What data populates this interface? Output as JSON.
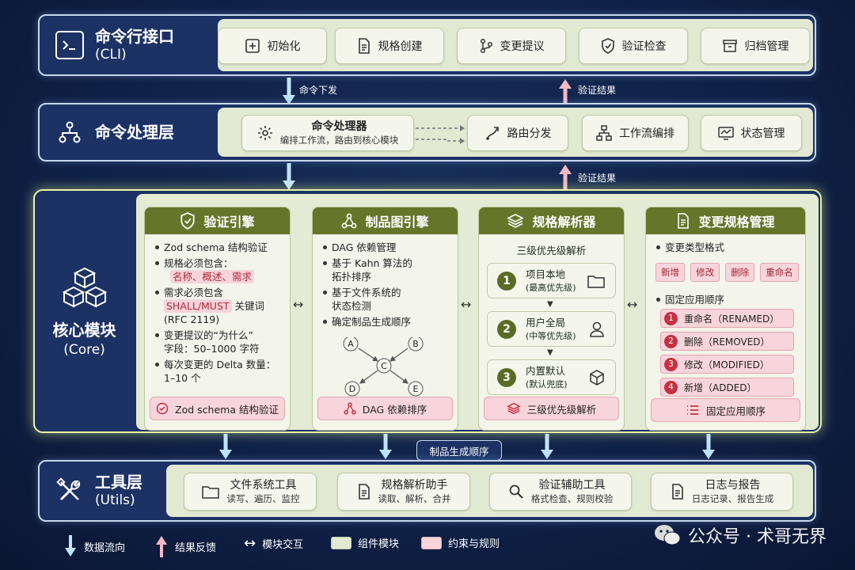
{
  "cli": {
    "title": "命令行接口",
    "sub": "(CLI)",
    "buttons": [
      {
        "icon": "plus-square-icon",
        "label": "初始化"
      },
      {
        "icon": "document-icon",
        "label": "规格创建"
      },
      {
        "icon": "branch-icon",
        "label": "变更提议"
      },
      {
        "icon": "shield-check-icon",
        "label": "验证检查"
      },
      {
        "icon": "archive-icon",
        "label": "归档管理"
      }
    ]
  },
  "flow1": {
    "down": "命令下发",
    "up": "验证结果"
  },
  "processor": {
    "title": "命令处理层",
    "main_title": "命令处理器",
    "main_sub": "编排工作流，路由到核心模块",
    "buttons": [
      {
        "icon": "route-icon",
        "label": "路由分发"
      },
      {
        "icon": "workflow-icon",
        "label": "工作流编排"
      },
      {
        "icon": "monitor-icon",
        "label": "状态管理"
      }
    ]
  },
  "flow2": {
    "up": "验证结果"
  },
  "core": {
    "title": "核心模块",
    "sub": "(Core)",
    "validation": {
      "title": "验证引擎",
      "item1": "Zod schema 结构验证",
      "item2": "规格必须包含：",
      "item2_tag": "名称、概述、需求",
      "item3a": "需求必须包含",
      "item3_tag": "SHALL/MUST",
      "item3b": "关键词",
      "item3c": "(RFC 2119)",
      "item4a": "变更提议的“为什么”",
      "item4b": "字段：50–1000 字符",
      "item5a": "每次变更的 Delta 数量：",
      "item5b": "1–10 个",
      "footer": "Zod schema 结构验证"
    },
    "graph": {
      "title": "制品图引擎",
      "item1": "DAG 依赖管理",
      "item2a": "基于 Kahn 算法的",
      "item2b": "拓扑排序",
      "item3a": "基于文件系统的",
      "item3b": "状态检测",
      "item4": "确定制品生成顺序",
      "nodes": [
        "A",
        "B",
        "C",
        "D",
        "E"
      ],
      "footer": "DAG 依赖排序"
    },
    "parser": {
      "title": "规格解析器",
      "subtitle": "三级优先级解析",
      "levels": [
        {
          "num": "1",
          "name": "项目本地",
          "note": "(最高优先级)",
          "icon": "folder-icon"
        },
        {
          "num": "2",
          "name": "用户全局",
          "note": "(中等优先级)",
          "icon": "user-icon"
        },
        {
          "num": "3",
          "name": "内置默认",
          "note": "(默认兜底)",
          "icon": "cube-icon"
        }
      ],
      "footer": "三级优先级解析"
    },
    "change": {
      "title": "变更规格管理",
      "types_label": "变更类型格式",
      "types": [
        "新增",
        "修改",
        "删除",
        "重命名"
      ],
      "order_label": "固定应用顺序",
      "order": [
        {
          "num": "1",
          "label": "重命名（RENAMED）"
        },
        {
          "num": "2",
          "label": "删除（REMOVED）"
        },
        {
          "num": "3",
          "label": "修改（MODIFIED）"
        },
        {
          "num": "4",
          "label": "新增（ADDED）"
        }
      ],
      "footer": "固定应用顺序"
    }
  },
  "flow3": {
    "label": "制品生成顺序"
  },
  "utils": {
    "title": "工具层",
    "sub": "(Utils)",
    "buttons": [
      {
        "icon": "folder-icon",
        "label": "文件系统工具",
        "sub": "读写、遍历、监控"
      },
      {
        "icon": "document-icon",
        "label": "规格解析助手",
        "sub": "读取、解析、合并"
      },
      {
        "icon": "search-icon",
        "label": "验证辅助工具",
        "sub": "格式检查、规则校验"
      },
      {
        "icon": "log-icon",
        "label": "日志与报告",
        "sub": "日志记录、报告生成"
      }
    ]
  },
  "legend": {
    "flow": "数据流向",
    "feedback": "结果反馈",
    "interact": "模块交互",
    "component": "组件模块",
    "rule": "约束与规则"
  },
  "watermark": "公众号 · 术哥无界",
  "colors": {
    "background": "#0f2148",
    "layer": "#1c3264",
    "panel": "#e2e9d3",
    "card_header": "#67752a",
    "rule": "#f7d5db",
    "glow": "#e8f3a6",
    "flow_arrow": "#bfe3ff",
    "feedback_arrow": "#f4b8c4"
  }
}
